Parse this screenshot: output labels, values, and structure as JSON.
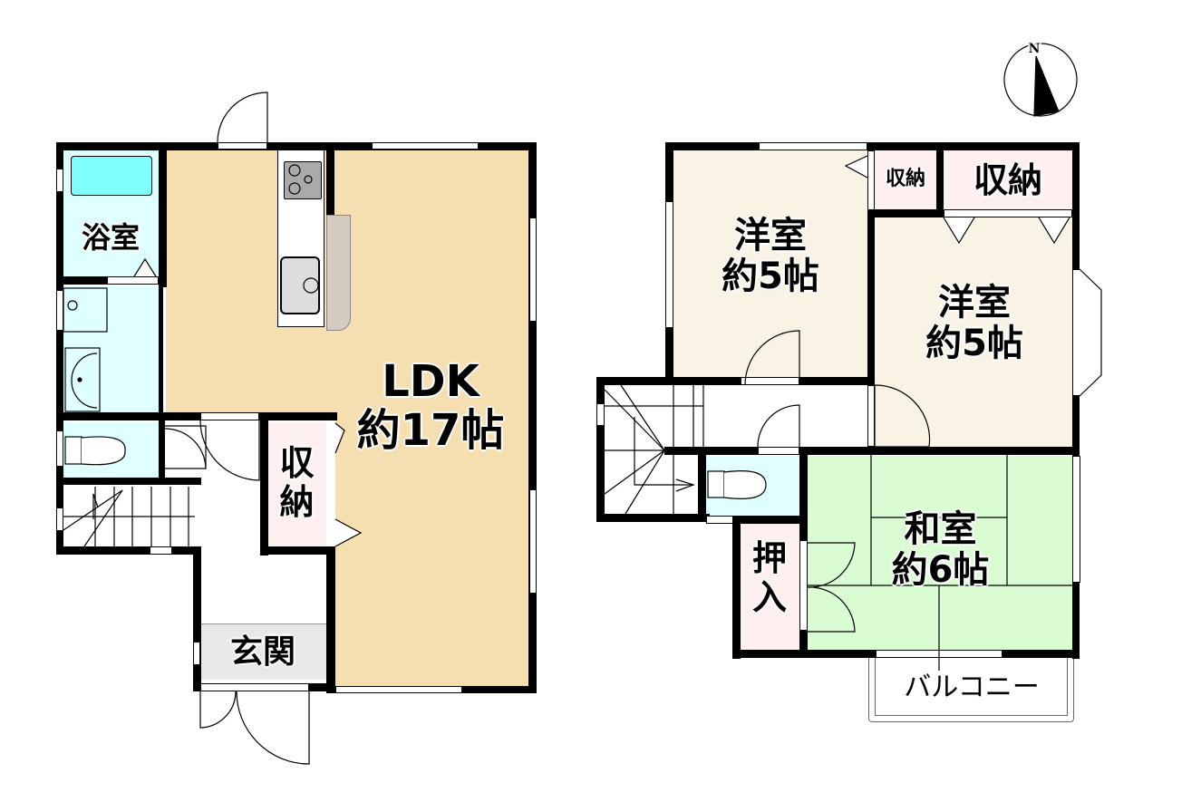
{
  "floor1": {
    "rooms": {
      "bath": {
        "label": "浴室"
      },
      "ldk": {
        "line1": "LDK",
        "line2": "約17帖"
      },
      "storage": {
        "line1": "収",
        "line2": "納"
      },
      "entrance": {
        "label": "玄関"
      }
    }
  },
  "floor2": {
    "rooms": {
      "western1": {
        "line1": "洋室",
        "line2": "約5帖"
      },
      "western2": {
        "line1": "洋室",
        "line2": "約5帖"
      },
      "storage_small": {
        "label": "収納"
      },
      "storage_large": {
        "label": "収納"
      },
      "japanese": {
        "line1": "和室",
        "line2": "約6帖"
      },
      "oshiire": {
        "line1": "押",
        "line2": "入"
      },
      "balcony": {
        "label": "バルコニー"
      }
    }
  },
  "compass": {
    "label": "N"
  },
  "colors": {
    "wall": "#000000",
    "ldk": "#f5deb0",
    "bath_blue": "#e0ffff",
    "tub": "#80ffff",
    "storage_pink": "#fff0f0",
    "western": "#f9f3e5",
    "japanese": "#d9fcd3",
    "entrance_tile": "#e8e8e8",
    "counter": "#d6cbc0"
  }
}
